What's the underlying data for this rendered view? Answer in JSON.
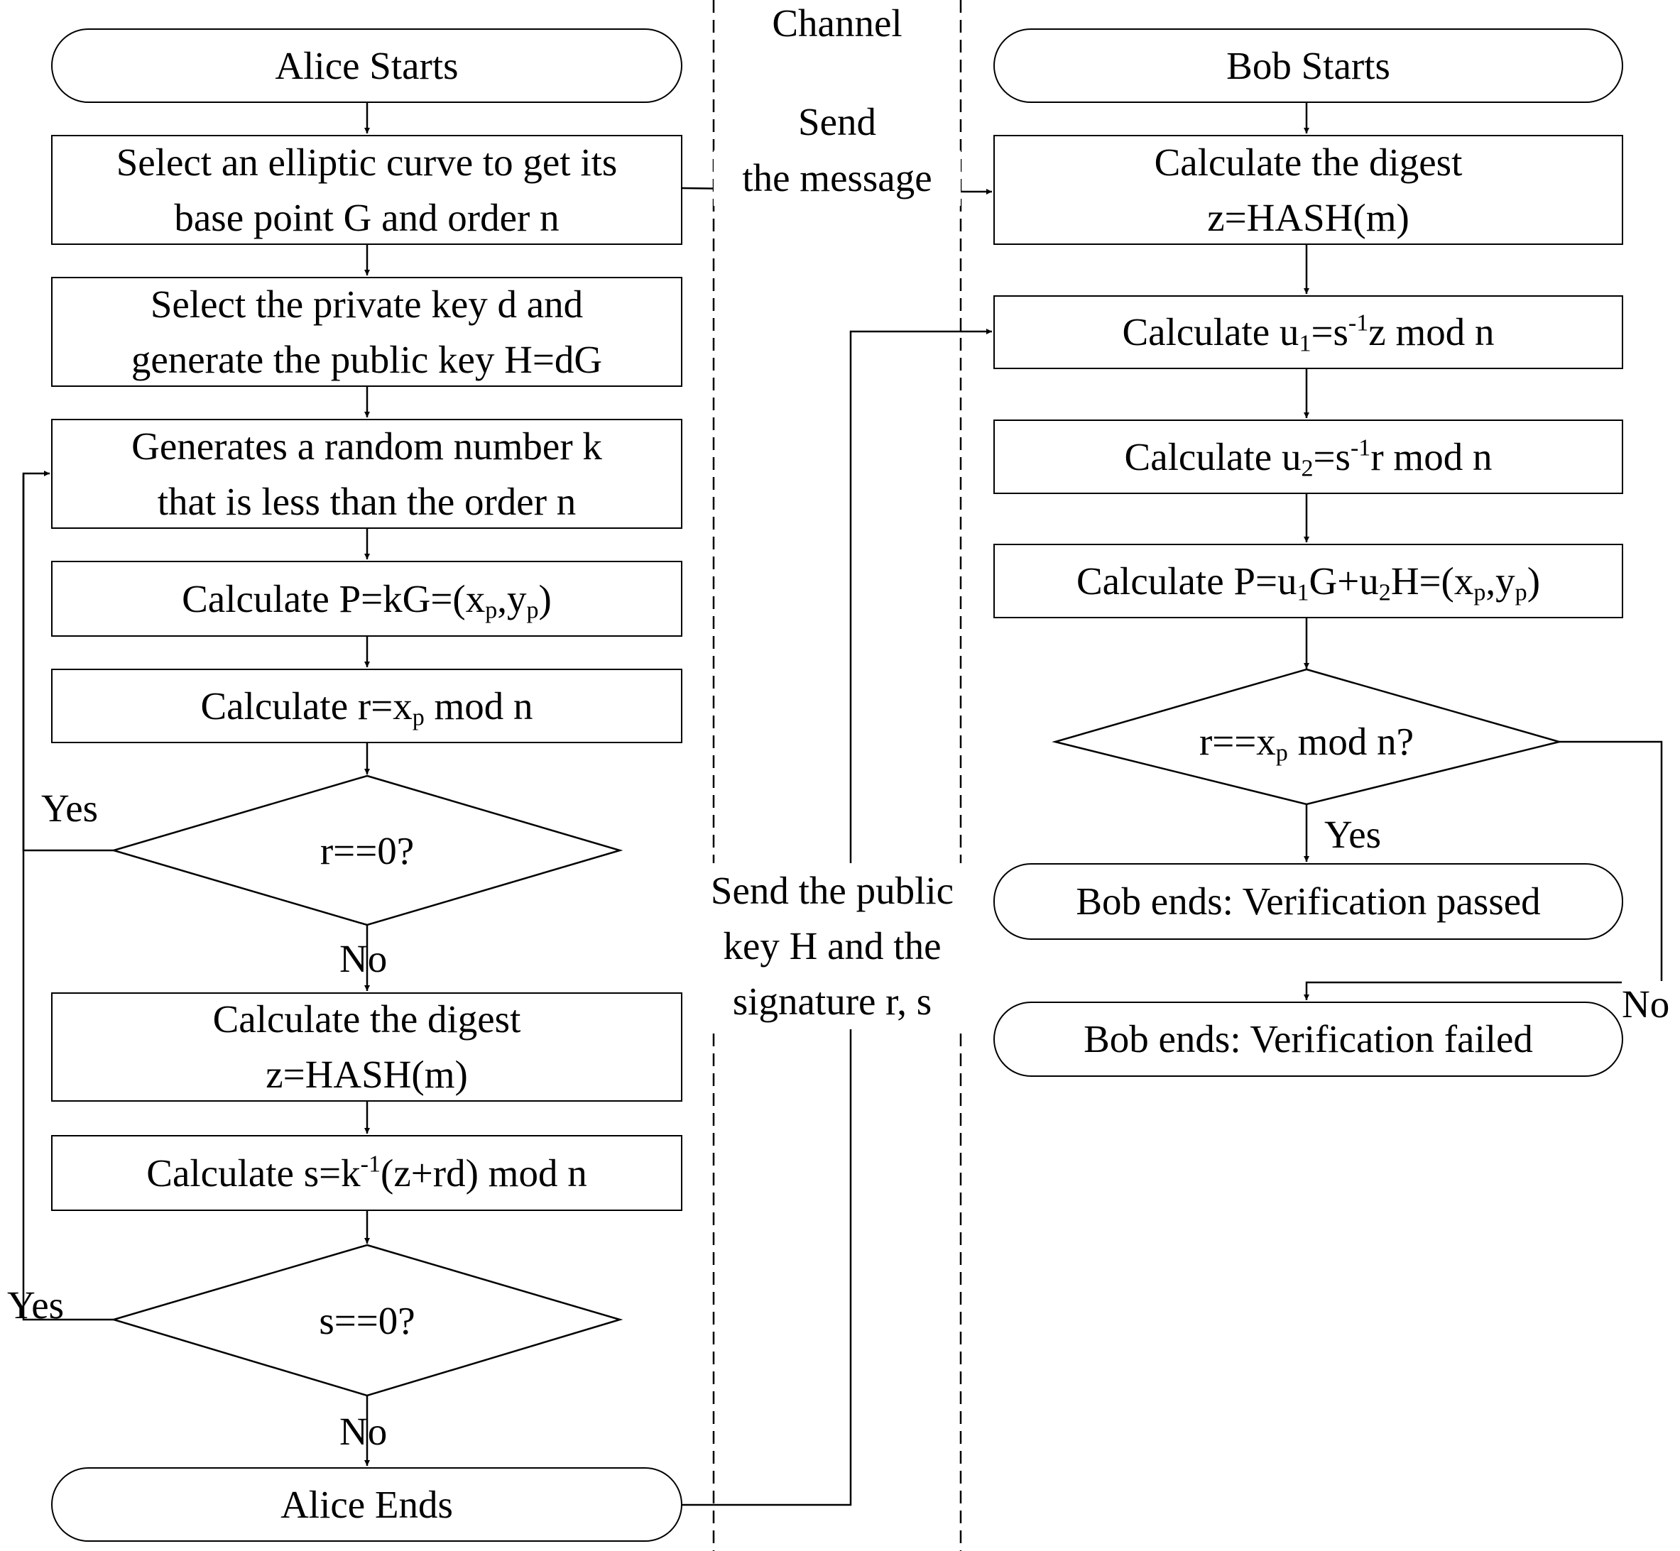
{
  "channel_title": "Channel",
  "alice": {
    "start": "Alice Starts",
    "select_curve": [
      "Select an elliptic curve to get its",
      "base point G and order n"
    ],
    "select_key": [
      "Select the private key d and",
      "generate the public key H=dG"
    ],
    "random_k": [
      "Generates a random number k",
      "that is less than the order n"
    ],
    "calc_p": {
      "before": "Calculate P=kG=(x",
      "sub1": "p",
      "mid": ",y",
      "sub2": "p",
      "after": ")"
    },
    "calc_r": {
      "before": "Calculate r=x",
      "sub": "p",
      "after": " mod n"
    },
    "decision_r": "r==0?",
    "yes_r": "Yes",
    "no_r": "No",
    "digest": [
      "Calculate the digest",
      "z=HASH(m)"
    ],
    "calc_s": {
      "before": "Calculate s=k",
      "sup": "-1",
      "after": "(z+rd) mod n"
    },
    "decision_s": "s==0?",
    "yes_s": "Yes",
    "no_s": "No",
    "end": "Alice Ends"
  },
  "channel": {
    "send_message": [
      "Send",
      "the message"
    ],
    "send_key": [
      "Send the public",
      "key H and the",
      "signature r, s"
    ]
  },
  "bob": {
    "start": "Bob Starts",
    "digest": [
      "Calculate the digest",
      "z=HASH(m)"
    ],
    "calc_u1": {
      "before": "Calculate u",
      "sub": "1",
      "mid": "=s",
      "sup": "-1",
      "after": "z mod n"
    },
    "calc_u2": {
      "before": "Calculate u",
      "sub": "2",
      "mid": "=s",
      "sup": "-1",
      "after": "r mod n"
    },
    "calc_p": {
      "a": "Calculate P=u",
      "s1": "1",
      "b": "G+u",
      "s2": "2",
      "c": "H=(x",
      "s3": "p",
      "d": ",y",
      "s4": "p",
      "e": ")"
    },
    "decision": {
      "before": "r==x",
      "sub": "p",
      "after": " mod n?"
    },
    "yes": "Yes",
    "no": "No",
    "end_pass": "Bob ends: Verification passed",
    "end_fail": "Bob ends: Verification failed"
  }
}
